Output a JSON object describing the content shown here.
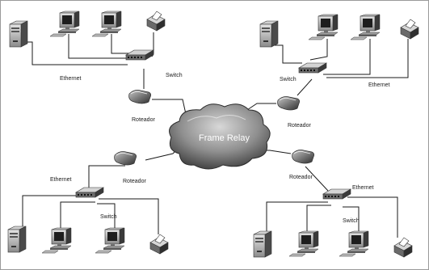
{
  "cloud": {
    "label": "Frame Relay"
  },
  "sites": [
    {
      "id": "top-left",
      "switch_label": "Switch",
      "ethernet_label": "Ethernet",
      "router_label": "Roteador"
    },
    {
      "id": "top-right",
      "switch_label": "Switch",
      "ethernet_label": "Ethernet",
      "router_label": "Roteador"
    },
    {
      "id": "bottom-left",
      "switch_label": "Switch",
      "ethernet_label": "Ethernet",
      "router_label": "Roteador"
    },
    {
      "id": "bottom-right",
      "switch_label": "Switch",
      "ethernet_label": "Ethernet",
      "router_label": "Roteador"
    }
  ],
  "icons": [
    "server-icon",
    "workstation-icon",
    "printer-icon",
    "switch-icon",
    "router-icon",
    "cloud-icon"
  ],
  "colors": {
    "line": "#1a1a1a",
    "device": "#6a6a6a",
    "cloud": "#8c8c8c"
  }
}
